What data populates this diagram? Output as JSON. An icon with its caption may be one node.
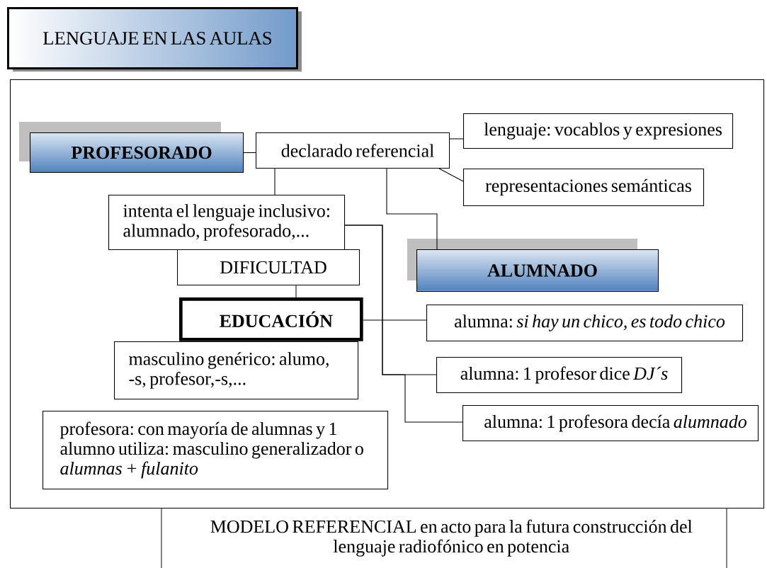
{
  "diagram": {
    "nodes": [
      {
        "text": [
          "LENGUAJE EN LAS AULAS"
        ]
      },
      {
        "text": [],
        "shape": "box"
      },
      {
        "text": [
          "PROFESORADO"
        ],
        "in": 1
      },
      {
        "text": [
          "declarado  referencial"
        ],
        "in": 1
      },
      {
        "text": [
          "lenguaje: vocablos y expresiones"
        ],
        "in": 1
      },
      {
        "text": [
          "representaciones semánticas"
        ],
        "in": 1
      },
      {
        "text": [
          "intenta el lenguaje inclusivo: alumnado, profesorado,..."
        ],
        "in": 1
      },
      {
        "text": [
          "DIFICULTAD"
        ],
        "in": 1
      },
      {
        "text": [
          "ALUMNADO"
        ],
        "in": 1
      },
      {
        "text": [
          "EDUCACIÓN"
        ],
        "in": 1
      },
      {
        "text": [
          "alumna: *si hay un chico, es todo chico*"
        ],
        "in": 1
      },
      {
        "text": [
          "masculino genérico: alumo, -s, profesor,-s,..."
        ],
        "in": 1
      },
      {
        "text": [
          "alumna: 1 profesor dice *DJ´s*"
        ],
        "in": 1
      },
      {
        "text": [
          "alumna: 1 profesora decía *alumnado*"
        ],
        "in": 1
      },
      {
        "text": [
          "profesora: con mayoría de alumnas y 1 alumno utiliza: masculino generalizador o *alumnas + fulanito*"
        ],
        "in": 1
      },
      {
        "text": [
          "MODELO REFERENCIAL en acto para la futura construcción del lenguaje radiofónico en potencia"
        ]
      }
    ],
    "edges": [
      {
        "from": 2,
        "to": 3,
        "arrow": "none"
      },
      {
        "from": 3,
        "to": 4,
        "arrow": "none"
      },
      {
        "from": 3,
        "to": 5,
        "arrow": "none"
      },
      {
        "from": 3,
        "to": 6,
        "arrow": "none"
      },
      {
        "from": 3,
        "to": 8,
        "arrow": "none"
      },
      {
        "from": 7,
        "to": 9,
        "arrow": "none",
        "color": "#808080"
      },
      {
        "from": 9,
        "to": 10,
        "arrow": "none"
      },
      {
        "from": 6,
        "to": 12,
        "arrow": "none"
      },
      {
        "from": 6,
        "to": 13,
        "arrow": "none"
      }
    ]
  }
}
